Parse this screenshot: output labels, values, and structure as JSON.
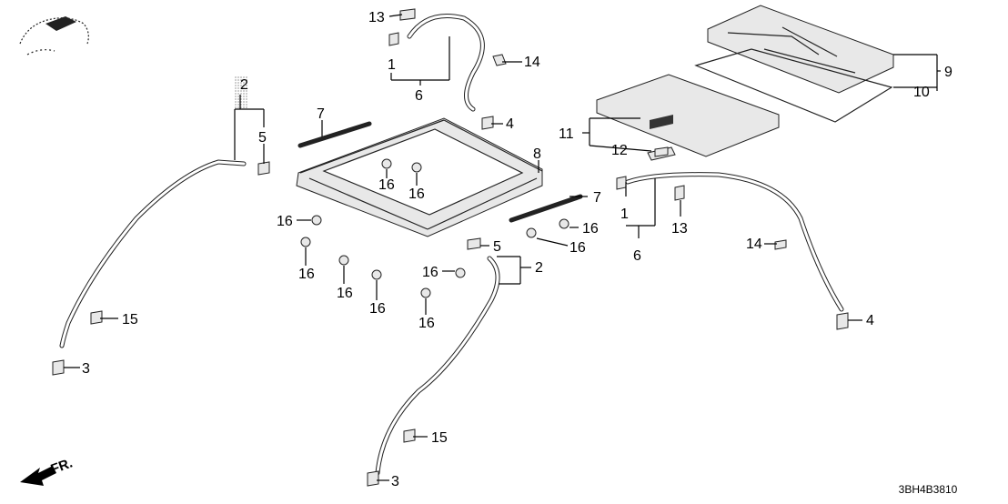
{
  "diagram": {
    "part_code": "3BH4B3810",
    "direction_label": "FR.",
    "callouts": {
      "c1a": "1",
      "c1b": "1",
      "c2a": "2",
      "c2b": "2",
      "c3a": "3",
      "c3b": "3",
      "c4a": "4",
      "c4b": "4",
      "c5a": "5",
      "c5b": "5",
      "c6a": "6",
      "c6b": "6",
      "c7a": "7",
      "c7b": "7",
      "c8": "8",
      "c9": "9",
      "c10": "10",
      "c11": "11",
      "c12": "12",
      "c13a": "13",
      "c13b": "13",
      "c14a": "14",
      "c14b": "14",
      "c15a": "15",
      "c15b": "15",
      "c16a": "16",
      "c16b": "16",
      "c16c": "16",
      "c16d": "16",
      "c16e": "16",
      "c16f": "16",
      "c16g": "16",
      "c16h": "16",
      "c16i": "16",
      "c16j": "16"
    }
  }
}
